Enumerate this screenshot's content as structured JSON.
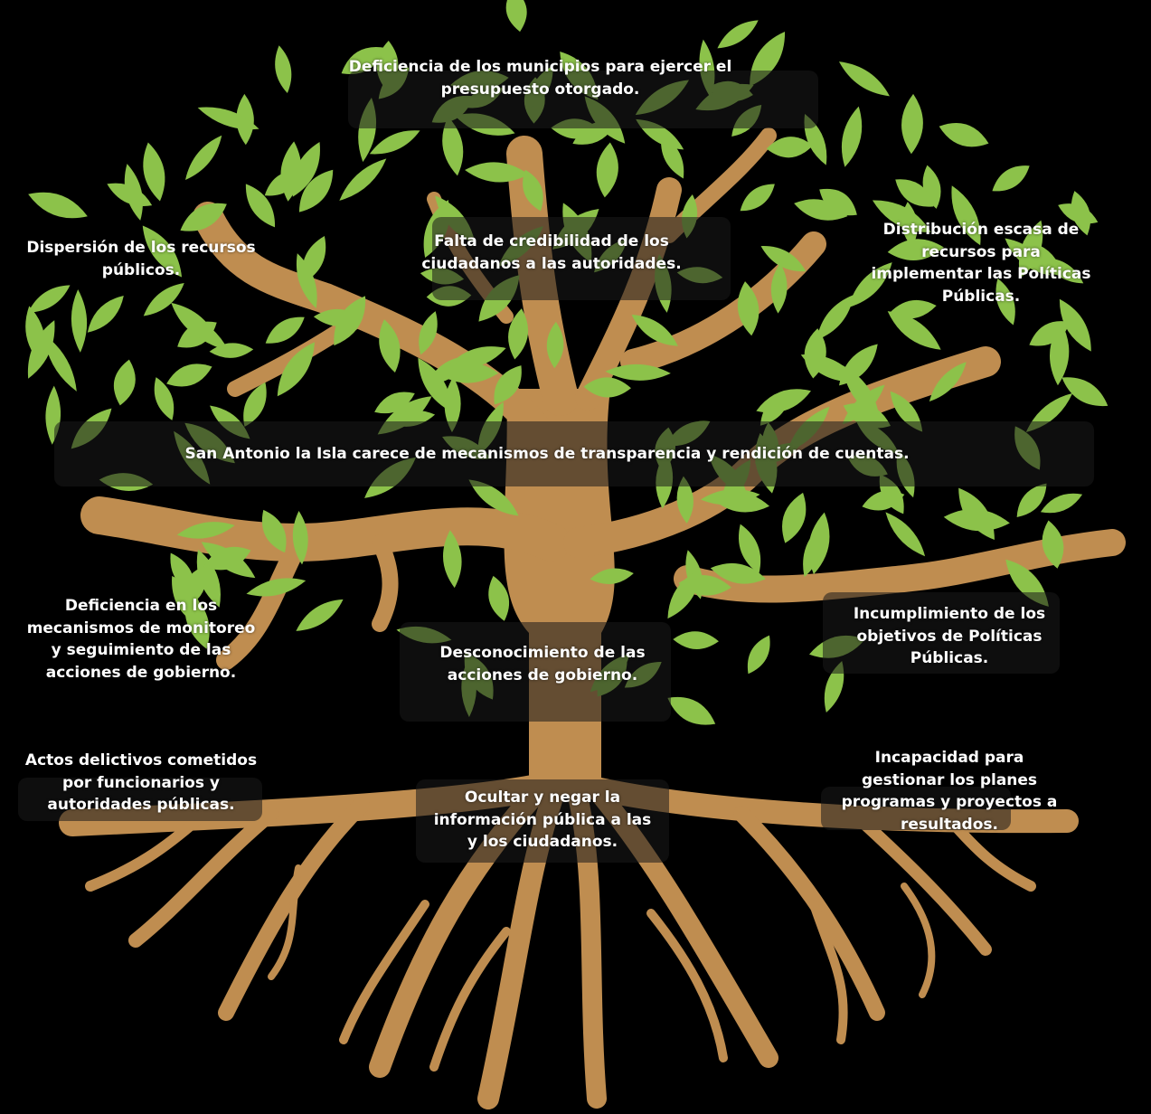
{
  "colors": {
    "background": "#000000",
    "leaf": "#8cc24a",
    "trunk": "#bf8d50",
    "text": "#ffffff"
  },
  "effects": {
    "top": "Deficiencia de los municipios para ejercer el\npresupuesto otorgado.",
    "left": "Dispersión de los recursos\npúblicos.",
    "center": "Falta de credibilidad de los\nciudadanos a las autoridades.",
    "right": "Distribución escasa de\nrecursos para\nimplementar las Políticas\nPúblicas."
  },
  "problem": "San Antonio la Isla carece de mecanismos de transparencia y rendición de cuentas.",
  "causes": {
    "left_upper": "Deficiencia en los\nmecanismos de monitoreo\ny seguimiento de las\nacciones de gobierno.",
    "center_upper": "Desconocimiento de las\nacciones de gobierno.",
    "right_upper": "Incumplimiento de los\nobjetivos de Políticas\nPúblicas.",
    "left_lower": "Actos delictivos cometidos\npor funcionarios y\nautoridades públicas.",
    "center_lower": "Ocultar y negar la\ninformación pública a las\ny los ciudadanos.",
    "right_lower": "Incapacidad para\ngestionar los planes\nprogramas y proyectos a\nresultados."
  }
}
